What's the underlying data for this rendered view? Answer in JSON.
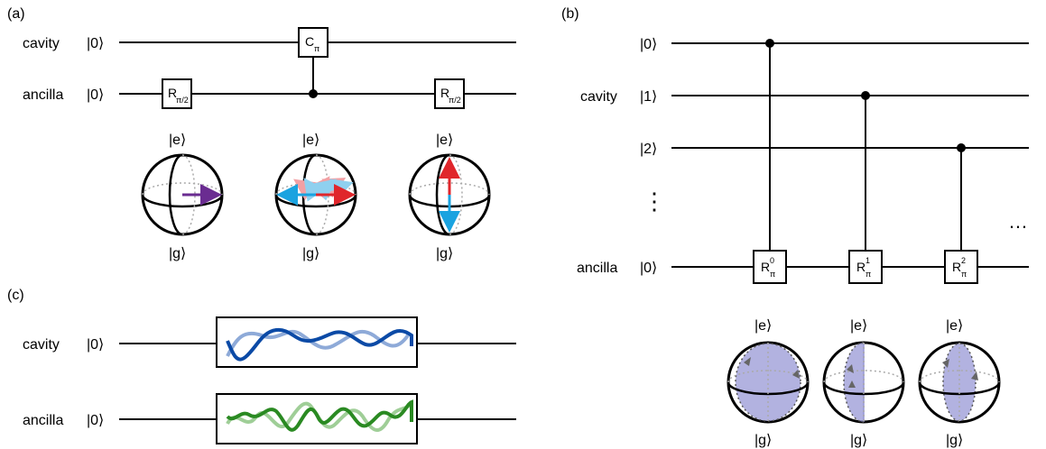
{
  "panels": {
    "a": {
      "tag": "(a)",
      "wires": [
        {
          "name": "cavity",
          "ket": "|0⟩"
        },
        {
          "name": "ancilla",
          "ket": "|0⟩"
        }
      ],
      "gates": [
        {
          "base": "R",
          "sub": "π/2",
          "wire": "ancilla"
        },
        {
          "base": "C",
          "sub": "π",
          "wire": "cavity",
          "control": "ancilla"
        },
        {
          "base": "R",
          "sub": "π/2",
          "wire": "ancilla"
        }
      ],
      "spheres": [
        {
          "top": "|e⟩",
          "bottom": "|g⟩"
        },
        {
          "top": "|e⟩",
          "bottom": "|g⟩"
        },
        {
          "top": "|e⟩",
          "bottom": "|g⟩"
        }
      ]
    },
    "b": {
      "tag": "(b)",
      "wire_kets": [
        "|0⟩",
        "|1⟩",
        "|2⟩"
      ],
      "cavity_label": "cavity",
      "vdots": "⋮",
      "hdots": "…",
      "ancilla": {
        "name": "ancilla",
        "ket": "|0⟩"
      },
      "gates": [
        {
          "base": "R",
          "sub": "π",
          "sup": "0"
        },
        {
          "base": "R",
          "sub": "π",
          "sup": "1"
        },
        {
          "base": "R",
          "sub": "π",
          "sup": "2"
        }
      ],
      "spheres": [
        {
          "top": "|e⟩",
          "bottom": "|g⟩"
        },
        {
          "top": "|e⟩",
          "bottom": "|g⟩"
        },
        {
          "top": "|e⟩",
          "bottom": "|g⟩"
        }
      ]
    },
    "c": {
      "tag": "(c)",
      "wires": [
        {
          "name": "cavity",
          "ket": "|0⟩"
        },
        {
          "name": "ancilla",
          "ket": "|0⟩"
        }
      ]
    }
  },
  "colors": {
    "purple": "#6a2c91",
    "red": "#e0262b",
    "blue": "#1aa3e0",
    "light_red": "#f2a0a4",
    "light_blue": "#8fd0ef",
    "lavender": "#9898d6",
    "dark_blue": "#0b4aa6",
    "light_steel": "#8eaad8",
    "green": "#2a8a22",
    "light_green": "#9fce97",
    "grey_arrow": "#666666"
  }
}
